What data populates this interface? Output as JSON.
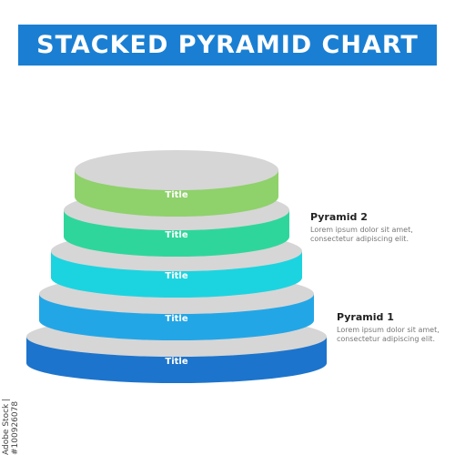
{
  "header": {
    "title": "STACKED PYRAMID CHART"
  },
  "layers": [
    {
      "label": "Title",
      "color": "#8fd16b"
    },
    {
      "label": "Title",
      "color": "#2fd69c"
    },
    {
      "label": "Title",
      "color": "#1cd4e0"
    },
    {
      "label": "Title",
      "color": "#23a6e6"
    },
    {
      "label": "Title",
      "color": "#1d74cc"
    }
  ],
  "top_color": "#d6d6d6",
  "annotations": [
    {
      "title": "Pyramid 2",
      "text": "Lorem ipsum dolor sit amet, consectetur adipiscing elit."
    },
    {
      "title": "Pyramid 1",
      "text": "Lorem ipsum dolor sit amet, consectetur adipiscing elit."
    }
  ],
  "watermark": "Adobe Stock | #100926078"
}
